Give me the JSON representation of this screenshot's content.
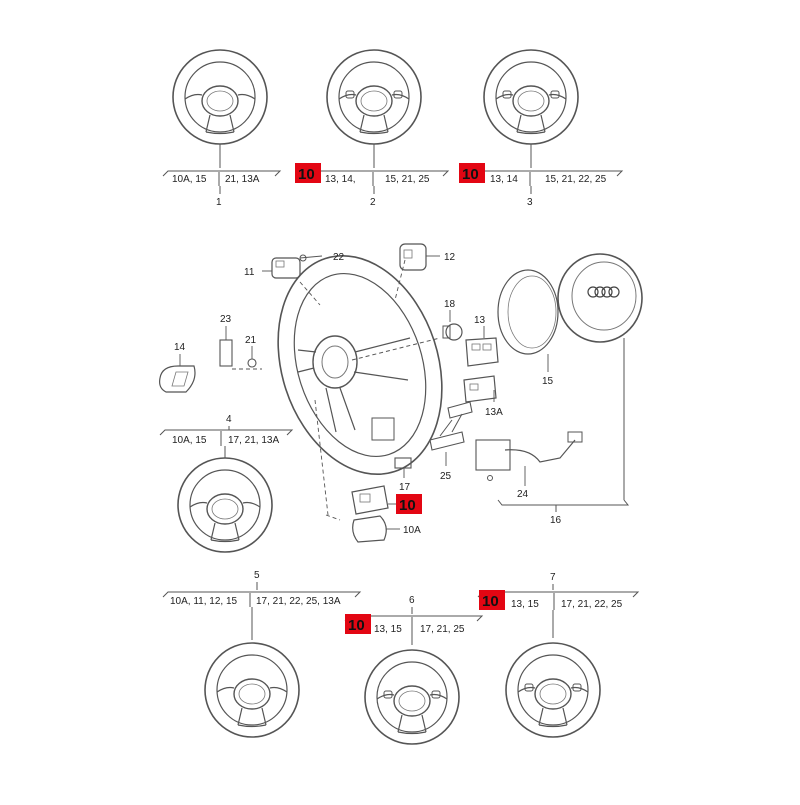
{
  "colors": {
    "line": "#555555",
    "tag_bg": "#e30613",
    "tag_text": "#111111",
    "background": "#ffffff"
  },
  "wheel_variants": [
    {
      "number": "1",
      "parts_left": "10A, 15",
      "parts_right": "21, 13A"
    },
    {
      "number": "2",
      "tag": "10",
      "parts_left": "13, 14,",
      "parts_right": "15, 21, 25"
    },
    {
      "number": "3",
      "tag": "10",
      "parts_left": "13, 14",
      "parts_right": "15, 21, 22, 25"
    },
    {
      "number": "4",
      "parts_left": "10A, 15",
      "parts_right": "17, 21, 13A"
    },
    {
      "number": "5",
      "parts_left": "10A, 11, 12, 15",
      "parts_right": "17, 21, 22, 25, 13A"
    },
    {
      "number": "6",
      "tag": "10",
      "parts_left": "13, 15",
      "parts_right": "17, 21, 25"
    },
    {
      "number": "7",
      "tag": "10",
      "parts_left": "13, 15",
      "parts_right": "17, 21, 22, 25"
    }
  ],
  "callouts": {
    "p10": "10",
    "p10a": "10A",
    "p11": "11",
    "p12": "12",
    "p13": "13",
    "p13a": "13A",
    "p14": "14",
    "p15": "15",
    "p16": "16",
    "p17": "17",
    "p18": "18",
    "p21": "21",
    "p22": "22",
    "p23": "23",
    "p24": "24",
    "p25": "25"
  },
  "logo": "four-rings-logo"
}
